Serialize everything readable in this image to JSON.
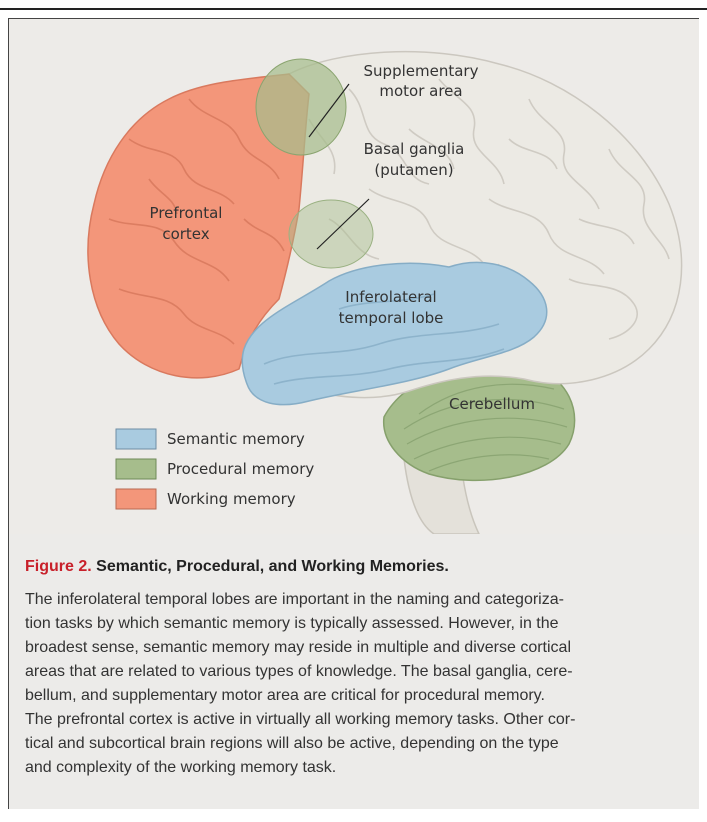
{
  "diagram": {
    "labels": {
      "supplementary_motor_area_line1": "Supplementary",
      "supplementary_motor_area_line2": "motor area",
      "basal_ganglia_line1": "Basal ganglia",
      "basal_ganglia_line2": "(putamen)",
      "prefrontal_line1": "Prefrontal",
      "prefrontal_line2": "cortex",
      "inferolateral_line1": "Inferolateral",
      "inferolateral_line2": "temporal lobe",
      "cerebellum": "Cerebellum"
    },
    "legend": [
      {
        "label": "Semantic memory",
        "color": "#a9cbe0"
      },
      {
        "label": "Procedural memory",
        "color": "#a6bd8c"
      },
      {
        "label": "Working memory",
        "color": "#f3967a"
      }
    ],
    "colors": {
      "semantic": "#a9cbe0",
      "procedural": "#a6bd8c",
      "working": "#f3967a",
      "brain": "#eceae4",
      "background": "#edebe8"
    }
  },
  "caption": {
    "label": "Figure 2.",
    "title": "Semantic, Procedural, and Working Memories.",
    "line1": "The inferolateral temporal lobes are important in the naming and categoriza-",
    "line2": "tion tasks by which semantic memory is typically assessed. However, in the",
    "line3": "broadest sense, semantic memory may reside in multiple and diverse cortical",
    "line4": "areas that are related to various types of knowledge. The basal ganglia, cere-",
    "line5": "bellum, and supplementary motor area are critical for procedural memory.",
    "line6": "The prefrontal cortex is active in virtually all working memory tasks. Other cor-",
    "line7": "tical and subcortical brain regions will also be active, depending on the type",
    "line8": "and complexity of the working memory task."
  }
}
